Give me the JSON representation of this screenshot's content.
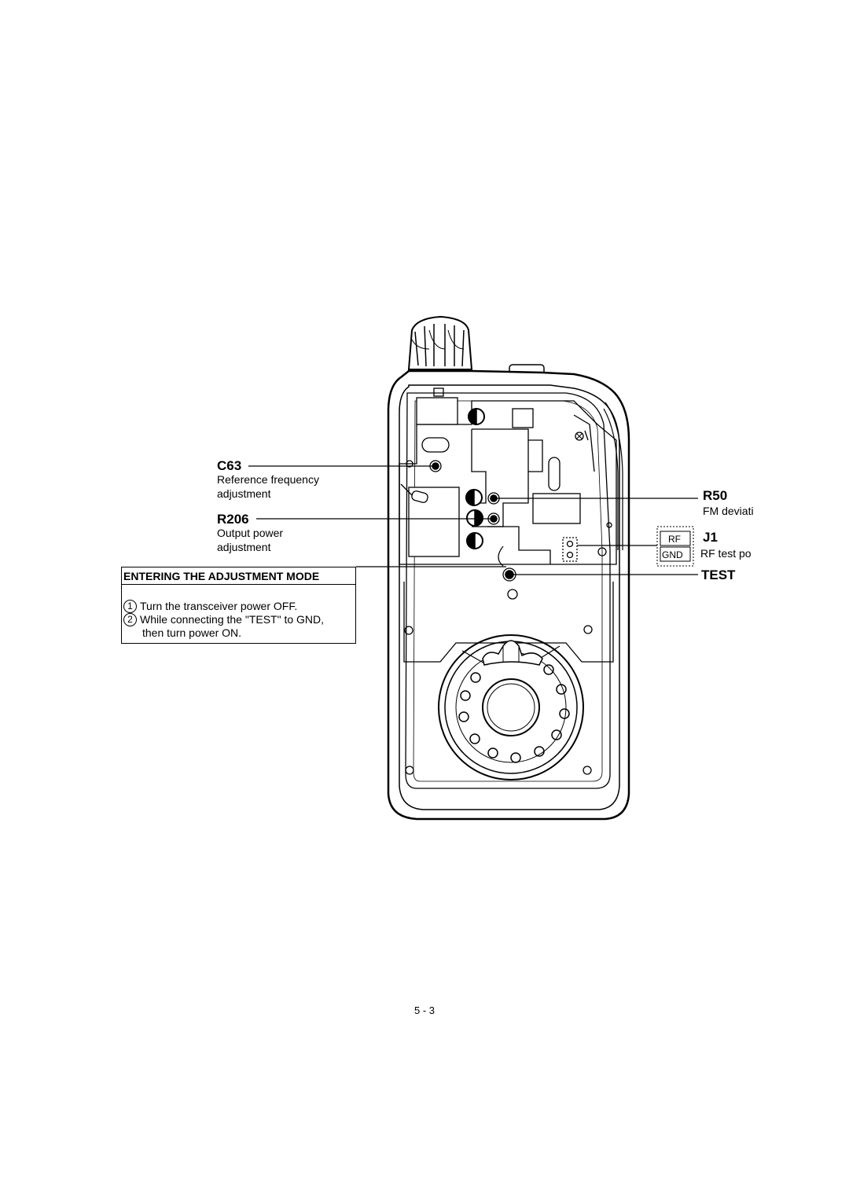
{
  "labels": {
    "c63": {
      "name": "C63",
      "desc1": "Reference frequency",
      "desc2": "adjustment"
    },
    "r206": {
      "name": "R206",
      "desc1": "Output power",
      "desc2": "adjustment"
    },
    "r50": {
      "name": "R50",
      "desc": "FM deviati"
    },
    "j1": {
      "name": "J1",
      "desc": "RF test po"
    },
    "test": {
      "name": "TEST"
    },
    "rf_box": {
      "top": "RF",
      "bottom": "GND"
    }
  },
  "adjustment_mode": {
    "title": "ENTERING THE ADJUSTMENT MODE",
    "steps": [
      {
        "num": "1",
        "text": "Turn the transceiver power OFF."
      },
      {
        "num": "2",
        "text": "While connecting the \"TEST\" to GND,",
        "cont": "then turn power ON."
      }
    ]
  },
  "page_number": "5 - 3",
  "colors": {
    "line": "#000000",
    "background": "#ffffff"
  }
}
